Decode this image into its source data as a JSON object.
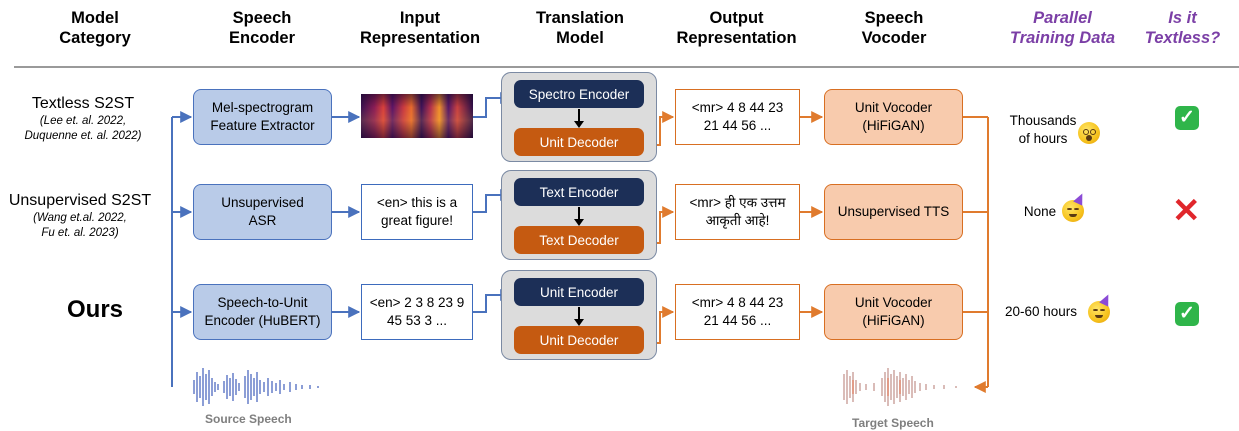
{
  "headers": {
    "model_category": "Model\nCategory",
    "speech_encoder": "Speech\nEncoder",
    "input_representation": "Input\nRepresentation",
    "translation_model": "Translation\nModel",
    "output_representation": "Output\nRepresentation",
    "speech_vocoder": "Speech\nVocoder",
    "parallel_training_data": "Parallel\nTraining Data",
    "is_textless": "Is it\nTextless?"
  },
  "rows": [
    {
      "category": "Textless S2ST",
      "refs": "(Lee et. al. 2022,\nDuquenne et. al. 2022)",
      "encoder": "Mel-spectrogram\nFeature Extractor",
      "input": "",
      "translation_encoder": "Spectro Encoder",
      "translation_decoder": "Unit Decoder",
      "output": "<mr>  4 8 44 23\n21 44 56 ...",
      "vocoder": "Unit Vocoder\n(HiFiGAN)",
      "parallel_data": "Thousands\nof hours",
      "parallel_emoji": "dizzy-face-emoji",
      "textless": "check"
    },
    {
      "category": "Unsupervised S2ST",
      "refs": "(Wang et.al. 2022,\nFu et. al. 2023)",
      "encoder": "Unsupervised\nASR",
      "input": "<en> this is a\ngreat figure!",
      "translation_encoder": "Text Encoder",
      "translation_decoder": "Text Decoder",
      "output": "<mr> ही एक उत्तम\nआकृती आहे!",
      "vocoder": "Unsupervised TTS",
      "parallel_data": "None",
      "parallel_emoji": "party-face-emoji",
      "textless": "cross"
    },
    {
      "category": "Ours",
      "refs": "",
      "encoder": "Speech-to-Unit\nEncoder (HuBERT)",
      "input": "<en>  2 3 8 23 9\n45 53 3 ...",
      "translation_encoder": "Unit Encoder",
      "translation_decoder": "Unit Decoder",
      "output": "<mr>  4 8 44 23\n21 44 56 ...",
      "vocoder": "Unit Vocoder\n(HiFiGAN)",
      "parallel_data": "20-60 hours",
      "parallel_emoji": "party-face-emoji",
      "textless": "check"
    }
  ],
  "source_label": "Source Speech",
  "target_label": "Target Speech",
  "colors": {
    "encoder_fill": "#b9cbe8",
    "encoder_border": "#4a72bd",
    "translation_encoder": "#1c2f57",
    "translation_decoder": "#c55a11",
    "vocoder_fill": "#f8cbad",
    "output_border": "#d86f22",
    "header_purple": "#7b3fa6",
    "check_green": "#2fb54a",
    "cross_red": "#e0262b"
  }
}
